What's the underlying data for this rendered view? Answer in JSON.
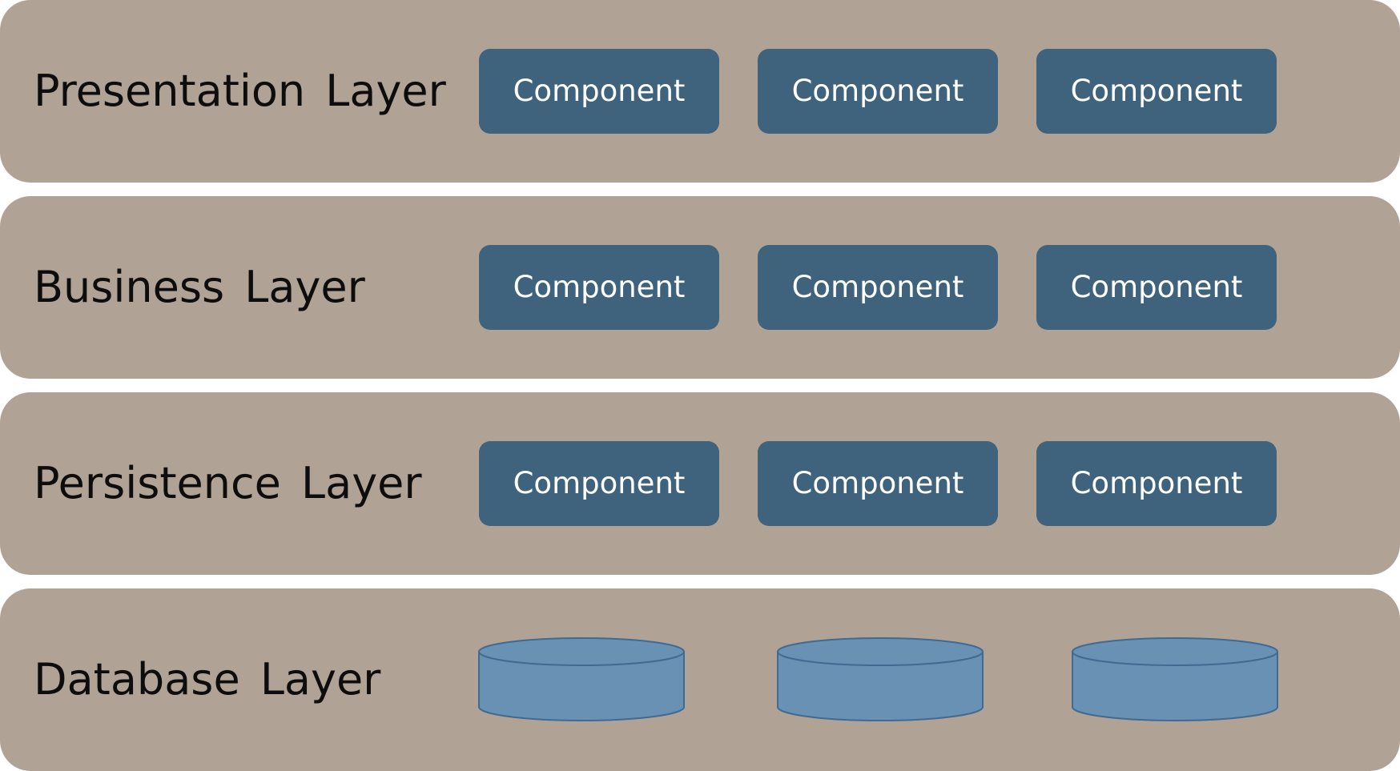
{
  "colors": {
    "layer_background": "#b1a296",
    "component_fill": "#3f627d",
    "component_text": "#ffffff",
    "database_fill": "#6991b3",
    "database_stroke": "#3f6a91",
    "label_text": "#0d0d0d"
  },
  "layers": [
    {
      "label": "Presentation Layer",
      "components": [
        "Component",
        "Component",
        "Component"
      ]
    },
    {
      "label": "Business Layer",
      "components": [
        "Component",
        "Component",
        "Component"
      ]
    },
    {
      "label": "Persistence Layer",
      "components": [
        "Component",
        "Component",
        "Component"
      ]
    },
    {
      "label": "Database Layer",
      "databases": [
        "database-cylinder-icon",
        "database-cylinder-icon",
        "database-cylinder-icon"
      ]
    }
  ]
}
